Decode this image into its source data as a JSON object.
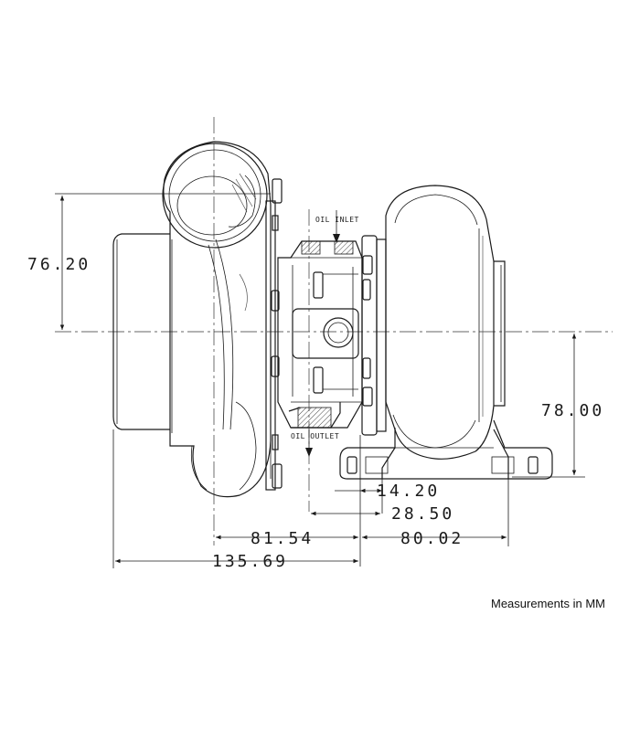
{
  "labels": {
    "oil_inlet": "OIL INLET",
    "oil_outlet": "OIL OUTLET",
    "units_note": "Measurements in MM"
  },
  "dimensions": {
    "height_left": "76.20",
    "height_right": "78.00",
    "flange_offset": "14.20",
    "oil_outlet_to_flange": "28.50",
    "compressor_side": "81.54",
    "turbine_side": "80.02",
    "overall_length": "135.69"
  }
}
